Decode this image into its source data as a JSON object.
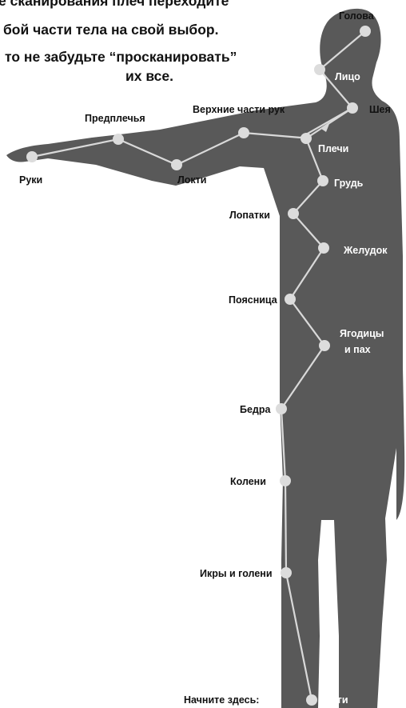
{
  "instructions": [
    "е сканирования плеч переходите",
    "бой части тела на свой выбор.",
    "то не забудьте “просканировать”",
    "их все."
  ],
  "labels": {
    "head": "Голова",
    "face": "Лицо",
    "neck": "Шея",
    "shoulders": "Плечи",
    "upper_arms": "Верхние части рук",
    "forearms": "Предплечья",
    "elbows": "Локти",
    "hands": "Руки",
    "chest": "Грудь",
    "shoulder_blades": "Лопатки",
    "stomach": "Желудок",
    "lower_back": "Поясница",
    "buttocks_1": "Ягодицы",
    "buttocks_2": "и пах",
    "thighs": "Бедра",
    "knees": "Колени",
    "calves": "Икры и голени",
    "start": "Начните здесь:",
    "feet": "Ноги"
  },
  "colors": {
    "silhouette": "#595959",
    "path": "#d9d9d9",
    "node": "#dcdcdc",
    "label_on_body": "#ffffff",
    "label_off_body": "#111111"
  }
}
